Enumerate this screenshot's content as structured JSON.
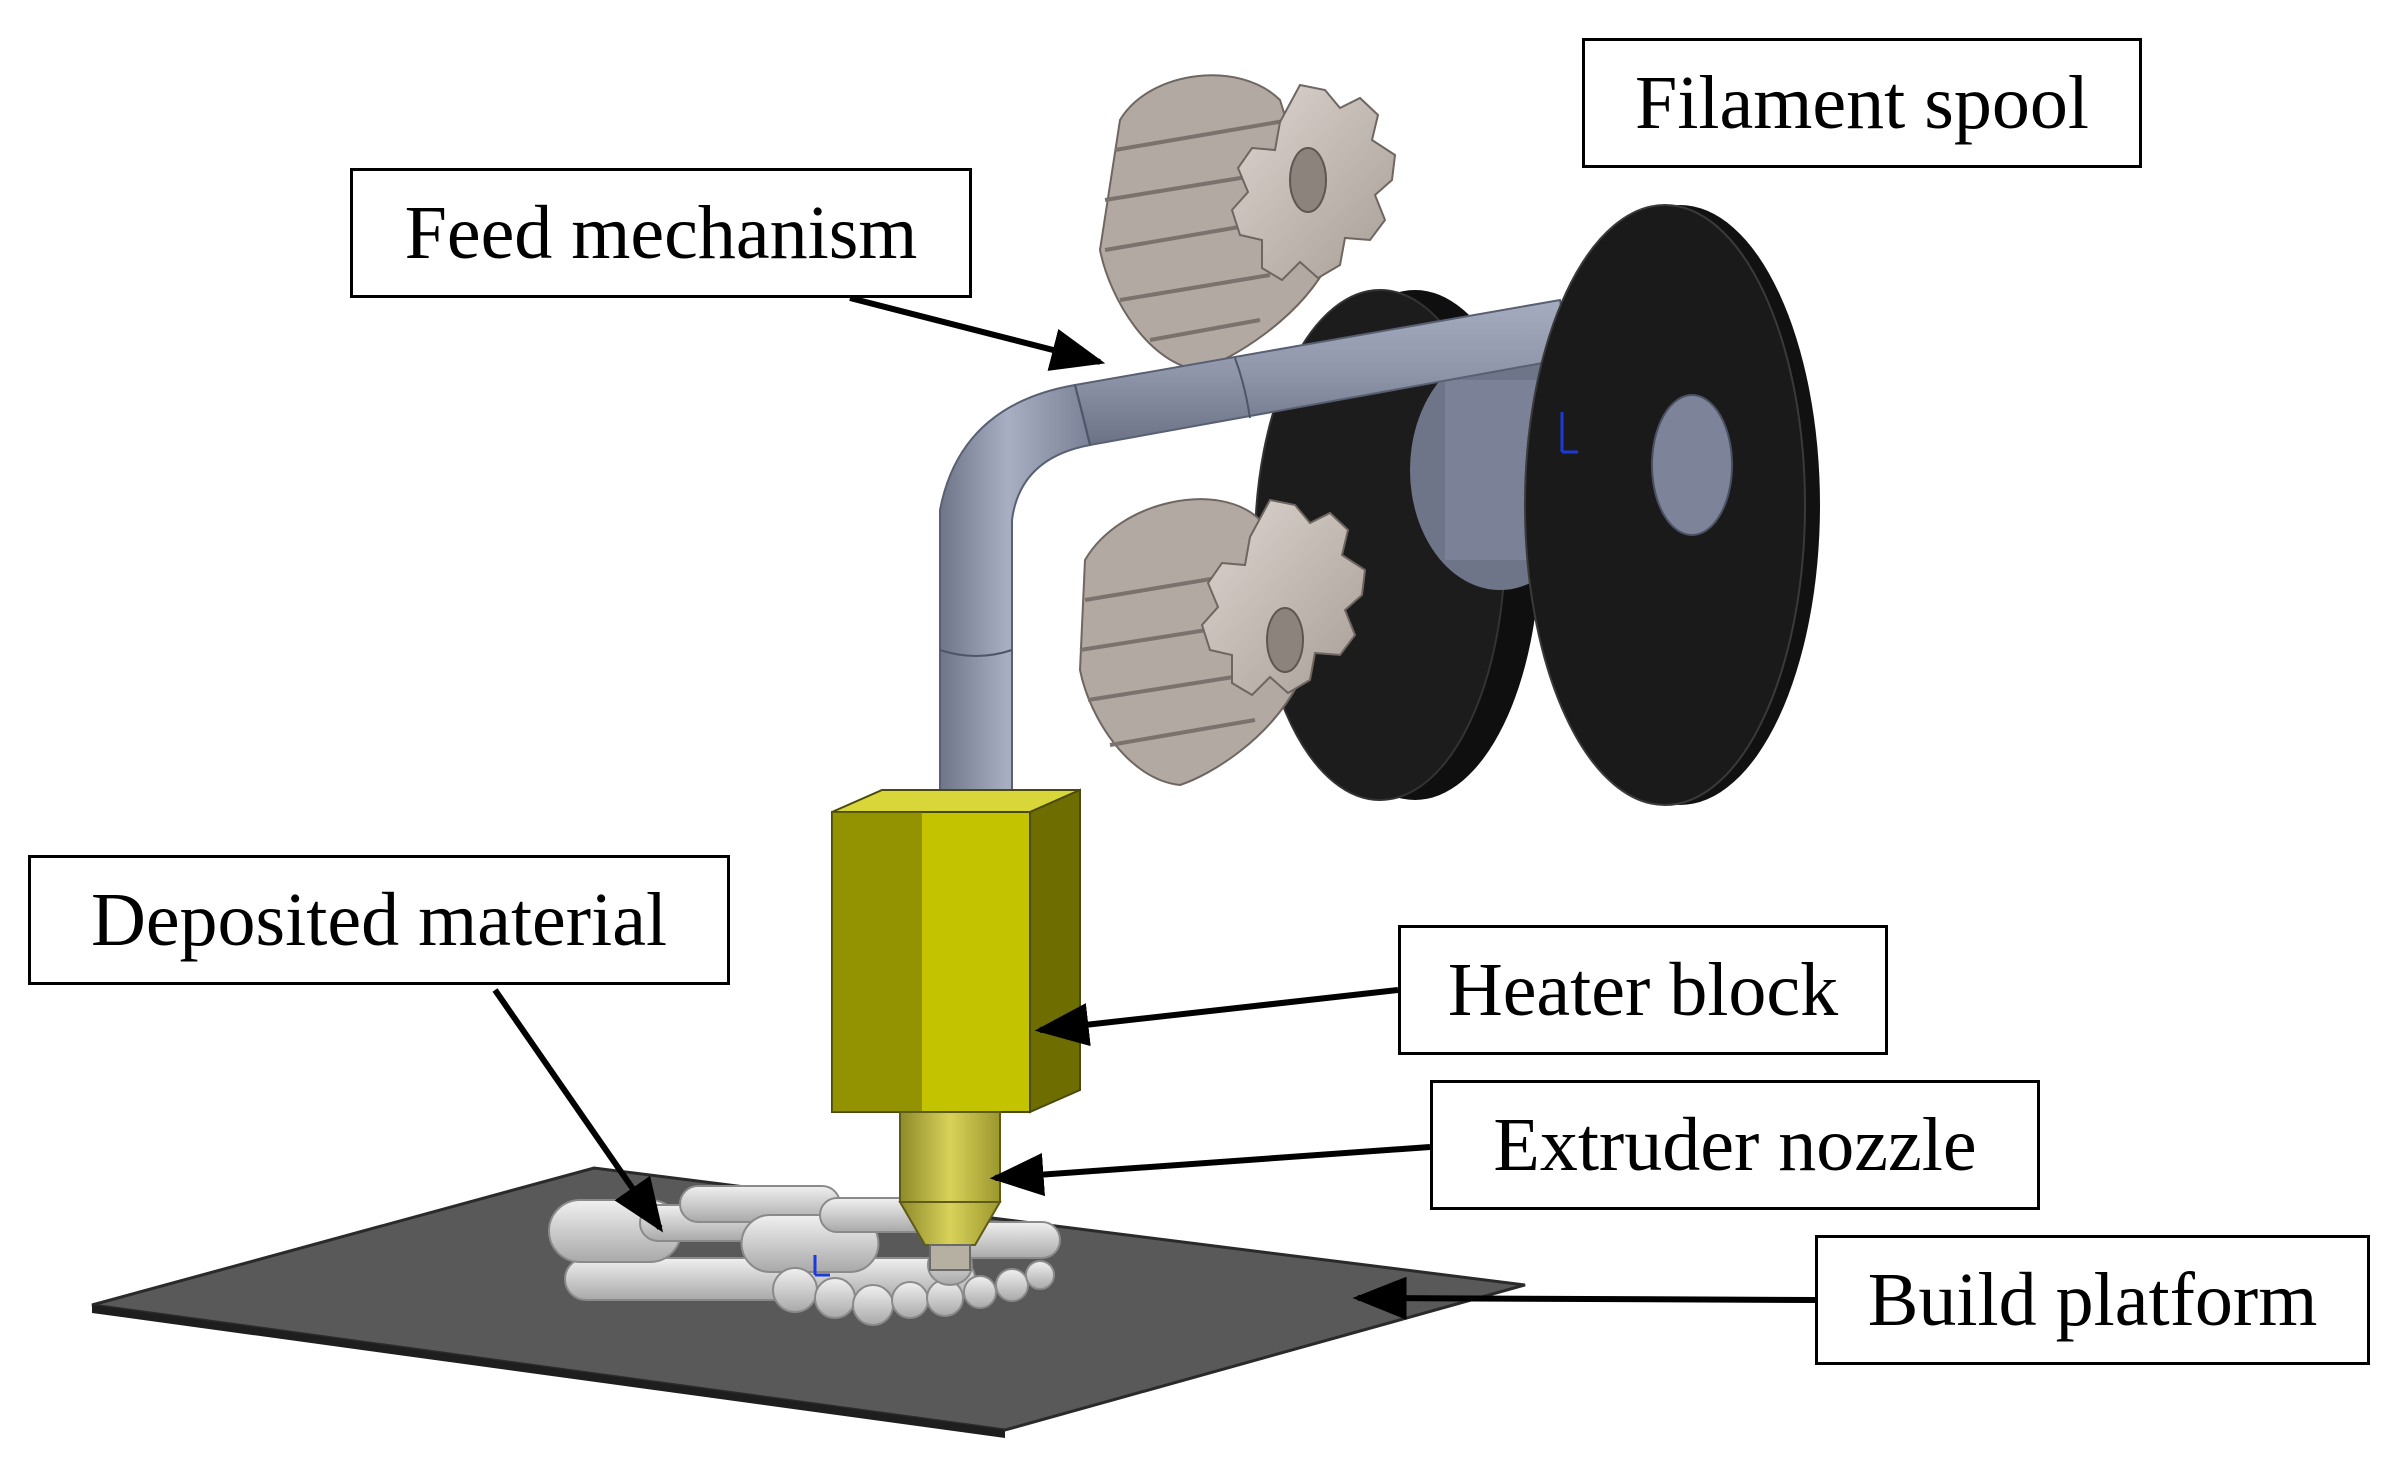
{
  "labels": {
    "filament_spool": "Filament spool",
    "feed_mechanism": "Feed mechanism",
    "deposited_material": "Deposited material",
    "heater_block": "Heater block",
    "extruder_nozzle": "Extruder nozzle",
    "build_platform": "Build platform"
  },
  "colors": {
    "gear": "#c9bfb9",
    "tube": "#8c93a7",
    "spool": "#161616",
    "heater_block": "#c4c300",
    "nozzle": "#b8b23a",
    "platform": "#575757",
    "deposited": "#d4d4d4"
  },
  "icons": [
    "gear-icon",
    "spool-icon",
    "arrow-icon"
  ]
}
